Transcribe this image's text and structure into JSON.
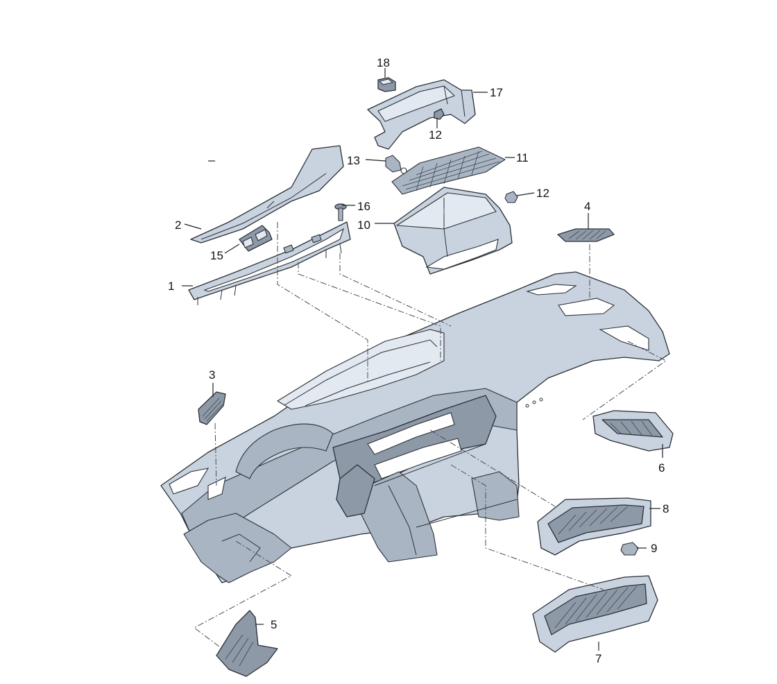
{
  "callouts": {
    "c1": "1",
    "c2": "2",
    "c3": "3",
    "c4": "4",
    "c5": "5",
    "c6": "6",
    "c7": "7",
    "c8": "8",
    "c9": "9",
    "c10": "10",
    "c11": "11",
    "c12a": "12",
    "c12b": "12",
    "c13": "13",
    "c15": "15",
    "c16": "16",
    "c17": "17",
    "c18": "18"
  },
  "colors": {
    "part_fill": "#c9d3df",
    "part_dark": "#8e99a7",
    "outline": "#2a2f36",
    "background": "#ffffff"
  }
}
